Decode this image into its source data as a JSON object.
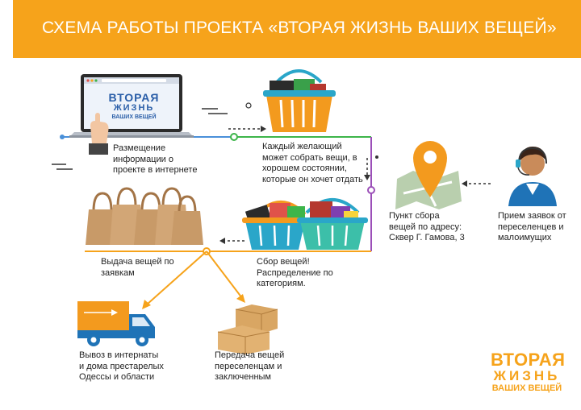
{
  "header": {
    "title": "СХЕМА РАБОТЫ ПРОЕКТА «ВТОРАЯ ЖИЗНЬ ВАШИХ ВЕЩЕЙ»"
  },
  "laptop_logo": {
    "line1": "ВТОРАЯ",
    "line2": "ЖИЗНЬ",
    "line3": "ВАШИХ ВЕЩЕЙ"
  },
  "nodes": {
    "posting": "Размещение\nинформации о\nпроекте в интернете",
    "collect": "Каждый желающий\nможет собрать вещи, в\nхорошем состоянии,\nкоторые он хочет отдать",
    "point": "Пункт сбора\nвещей по адресу:\nСквер Г. Гамова, 3",
    "requests": "Прием заявок от\nпереселенцев и\nмалоимущих",
    "sorting": "Сбор вещей!\nРаспределение по\nкатегориям.",
    "issue": "Выдача вещей по\nзаявкам",
    "transport": "Вывоз в интернаты\nи дома престарелых\nОдессы и области",
    "handover": "Передача вещей\nпереселенцам и\nзаключенным"
  },
  "brand": {
    "line1": "ВТОРАЯ",
    "line2": "ЖИЗНЬ",
    "line3": "ВАШИХ ВЕЩЕЙ"
  },
  "colors": {
    "orange": "#f6a31b",
    "blue_line": "#4a90d9",
    "green_line": "#3db54a",
    "purple_line": "#9b4fb8",
    "brown_bag": "#c89a68",
    "basket_blue": "#2aa6c9",
    "basket_orange": "#f39a1e",
    "truck_blue": "#1f73b7"
  },
  "icons": [
    "laptop-icon",
    "hand-icon",
    "basket-icon",
    "map-pin-icon",
    "operator-icon",
    "shopping-bags-icon",
    "full-basket-icon",
    "truck-icon",
    "boxes-icon"
  ]
}
